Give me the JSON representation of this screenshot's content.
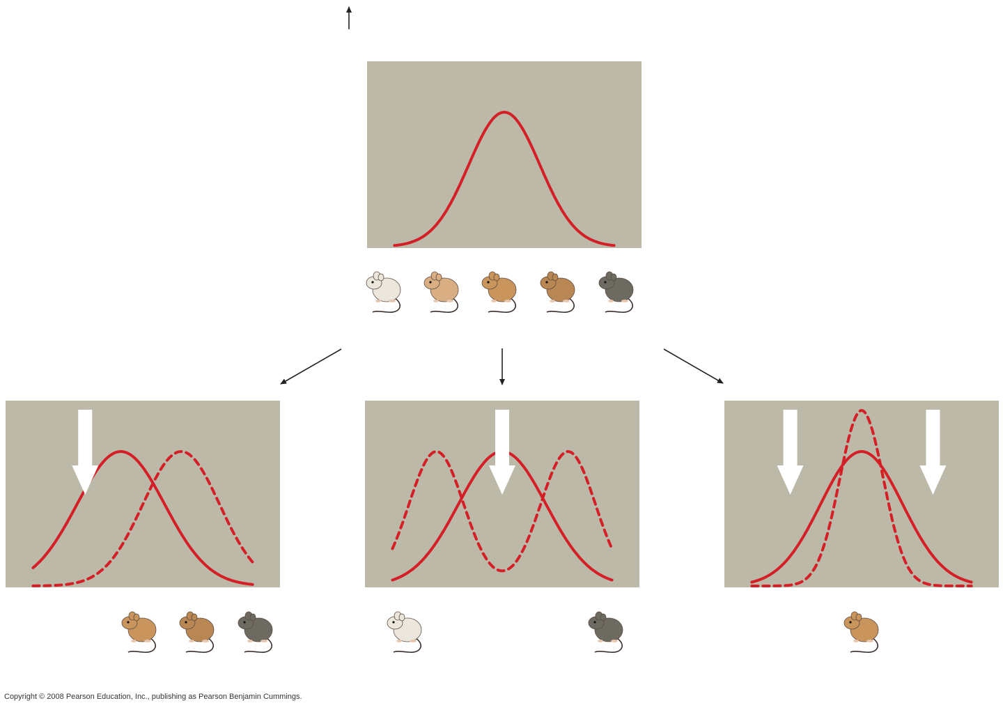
{
  "copyright": "Copyright © 2008 Pearson Education, Inc., publishing as Pearson Benjamin Cummings.",
  "colors": {
    "panel_background": "#bdb9a9",
    "curve": "#d41f26",
    "selection_arrow": "#ffffff",
    "connector_arrow": "#222222"
  },
  "icons": {
    "mouse": "mouse-icon",
    "selection_arrow": "white-down-arrow-icon",
    "connector_arrow": "black-arrow-icon"
  },
  "mouse_colors": {
    "white": "#ece7dc",
    "light_tan": "#d8ae82",
    "tan": "#c9955d",
    "brown": "#b98753",
    "dark_gray": "#6d6a62"
  },
  "panels": [
    {
      "id": "original",
      "curves": [
        {
          "style": "solid",
          "mean": 0.5,
          "sd": 0.13,
          "peak": 0.72
        }
      ],
      "selection_arrows": [],
      "mice": [
        "white",
        "light_tan",
        "tan",
        "brown",
        "dark_gray"
      ]
    },
    {
      "id": "directional",
      "curves": [
        {
          "style": "solid",
          "mean": 0.42,
          "sd": 0.16,
          "peak": 0.72
        },
        {
          "style": "dashed",
          "mean": 0.64,
          "sd": 0.14,
          "peak": 0.72
        }
      ],
      "selection_arrows": [
        0.29
      ],
      "mice": [
        "tan",
        "brown",
        "dark_gray"
      ]
    },
    {
      "id": "disruptive",
      "curves": [
        {
          "style": "solid",
          "mean": 0.5,
          "sd": 0.16,
          "peak": 0.72
        },
        {
          "style": "dashed_bimodal",
          "means": [
            0.26,
            0.74
          ],
          "sd": 0.1,
          "peak": 0.72
        }
      ],
      "selection_arrows": [
        0.5
      ],
      "mice": [
        "white",
        "dark_gray"
      ]
    },
    {
      "id": "stabilizing",
      "curves": [
        {
          "style": "solid",
          "mean": 0.5,
          "sd": 0.15,
          "peak": 0.72
        },
        {
          "style": "dashed",
          "mean": 0.5,
          "sd": 0.08,
          "peak": 0.94
        }
      ],
      "selection_arrows": [
        0.24,
        0.76
      ],
      "mice": [
        "tan"
      ]
    }
  ]
}
